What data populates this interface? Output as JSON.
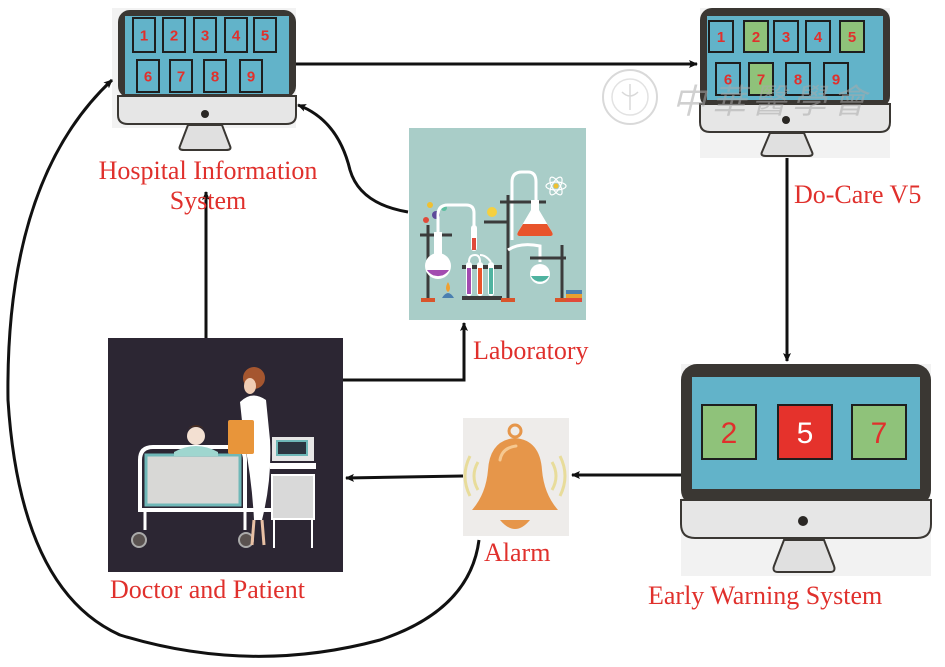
{
  "diagram": {
    "colors": {
      "label": "#e0302c",
      "screen": "#62b3c9",
      "tile_default": "#62b3c9",
      "tile_highlight": "#8fc27a",
      "tile_alert": "#e5322c",
      "bezel": "#3a3733",
      "arrow": "#111111",
      "lab_bg": "#a9cdc8",
      "room_bg": "#2c2633",
      "bell": "#e6964a"
    },
    "nodes": {
      "his": {
        "label_line1": "Hospital Information",
        "label_line2": "System",
        "icon": "monitor-icon",
        "tiles": [
          "1",
          "2",
          "3",
          "4",
          "5",
          "6",
          "7",
          "8",
          "9"
        ]
      },
      "docare": {
        "label": "Do-Care V5",
        "icon": "monitor-icon",
        "tiles": [
          "1",
          "2",
          "3",
          "4",
          "5",
          "6",
          "7",
          "8",
          "9"
        ],
        "highlighted_tiles": [
          "2",
          "5",
          "7"
        ]
      },
      "laboratory": {
        "label": "Laboratory",
        "icon": "lab-equipment-icon"
      },
      "ews": {
        "label": "Early Warning System",
        "icon": "monitor-icon",
        "tiles": [
          {
            "value": "2",
            "status": "normal"
          },
          {
            "value": "5",
            "status": "alert"
          },
          {
            "value": "7",
            "status": "normal"
          }
        ]
      },
      "alarm": {
        "label": "Alarm",
        "icon": "bell-icon"
      },
      "doctor_patient": {
        "label": "Doctor and Patient",
        "icon": "doctor-patient-icon"
      }
    },
    "edges": [
      {
        "from": "his",
        "to": "docare"
      },
      {
        "from": "docare",
        "to": "ews"
      },
      {
        "from": "ews",
        "to": "alarm"
      },
      {
        "from": "alarm",
        "to": "doctor_patient"
      },
      {
        "from": "doctor_patient",
        "to": "his"
      },
      {
        "from": "doctor_patient",
        "to": "laboratory"
      },
      {
        "from": "laboratory",
        "to": "his"
      },
      {
        "from": "alarm",
        "to": "his"
      }
    ],
    "watermark": {
      "text": "中華醫學會",
      "icon": "society-seal-icon"
    }
  }
}
